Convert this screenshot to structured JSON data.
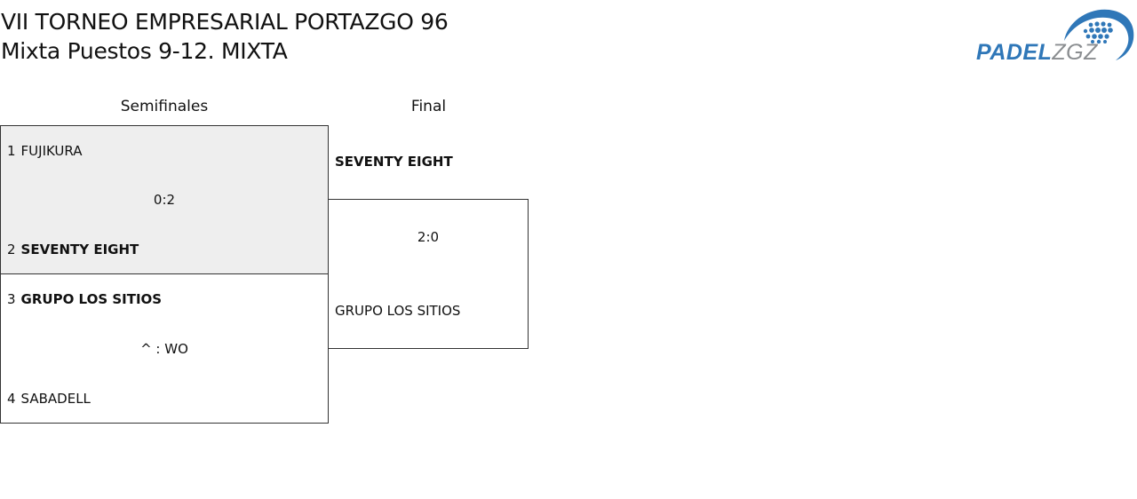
{
  "header": {
    "title_line1": "VII TORNEO EMPRESARIAL PORTAZGO 96",
    "title_line2": "Mixta Puestos 9-12. MIXTA"
  },
  "logo": {
    "text_padel": "PADEL",
    "text_zgz": "ZGZ",
    "brand_color": "#2f77b8",
    "secondary_color": "#8a8d90",
    "icon": "padel-ball-swoosh-icon"
  },
  "rounds": {
    "semifinals_label": "Semifinales",
    "final_label": "Final"
  },
  "semifinal_1": {
    "team_a": {
      "seed": "1",
      "name": "FUJIKURA",
      "winner": false
    },
    "score": "0:2",
    "team_b": {
      "seed": "2",
      "name": "SEVENTY EIGHT",
      "winner": true
    }
  },
  "semifinal_2": {
    "team_a": {
      "seed": "3",
      "name": "GRUPO LOS SITIOS",
      "winner": true
    },
    "score": "^ : WO",
    "team_b": {
      "seed": "4",
      "name": "SABADELL",
      "winner": false
    }
  },
  "final": {
    "team_a": {
      "name": "SEVENTY EIGHT",
      "winner": true
    },
    "score": "2:0",
    "team_b": {
      "name": "GRUPO LOS SITIOS",
      "winner": false
    }
  },
  "colors": {
    "highlight_background": "#eeeeee",
    "border": "#333333"
  }
}
